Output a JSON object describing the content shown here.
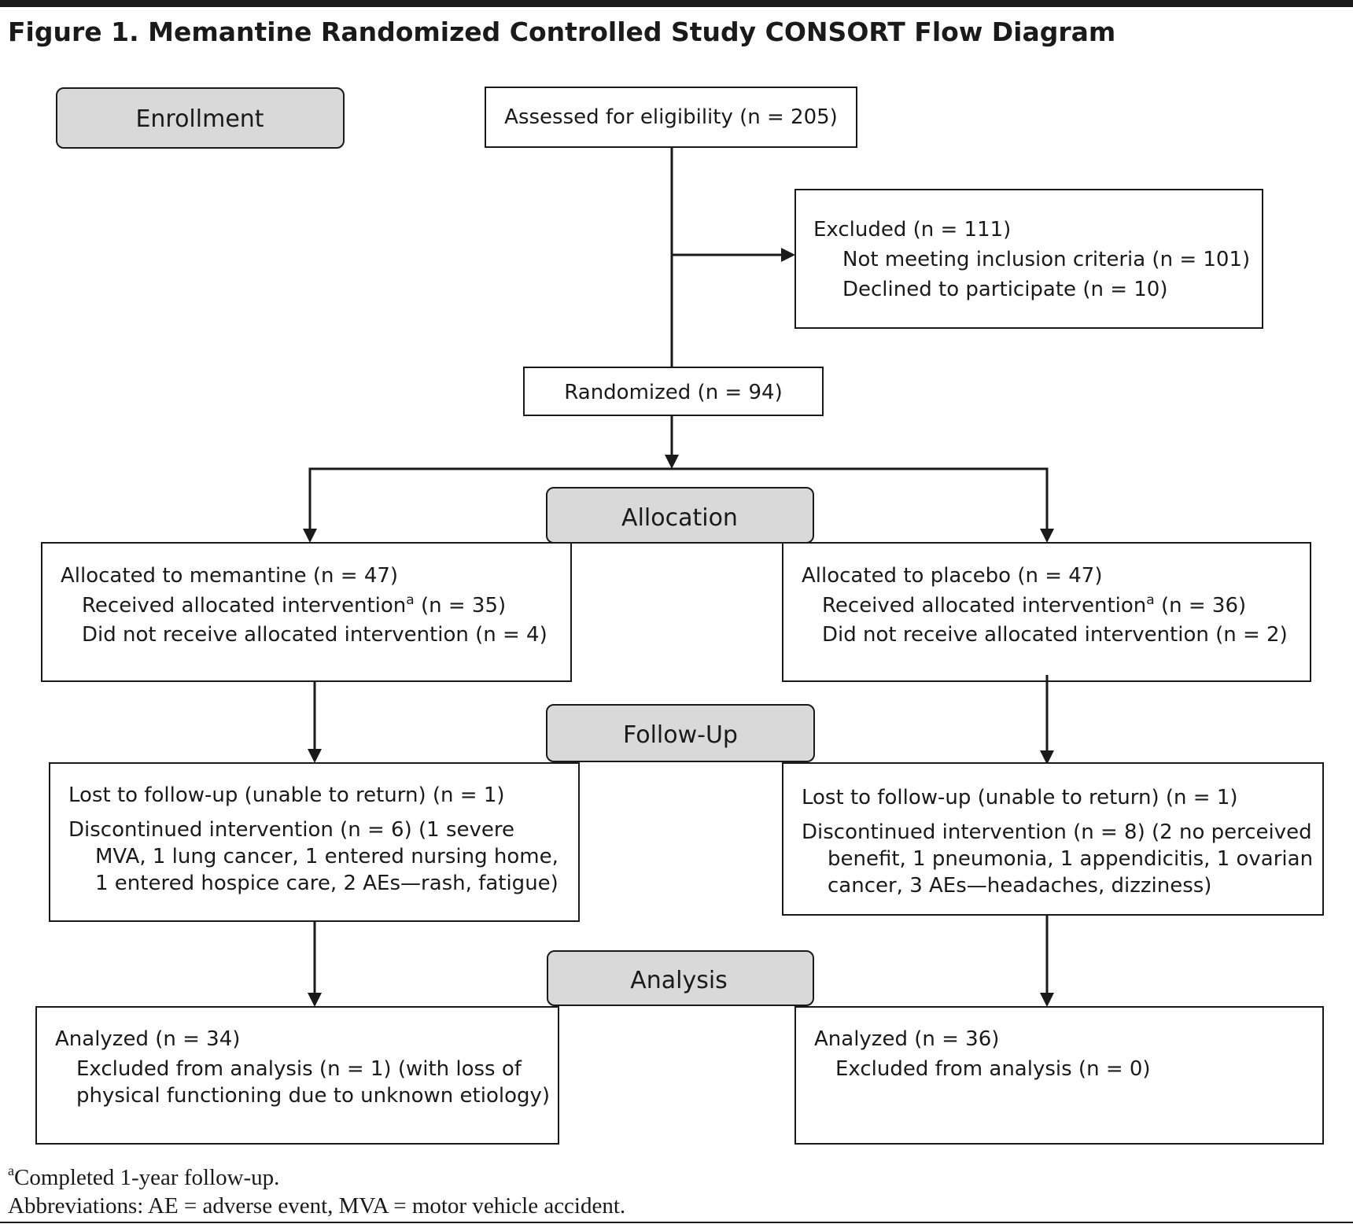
{
  "title": "Figure 1. Memantine Randomized Controlled Study CONSORT Flow Diagram",
  "stages": {
    "enrollment": "Enrollment",
    "allocation": "Allocation",
    "follow_up": "Follow-Up",
    "analysis": "Analysis"
  },
  "assessed": "Assessed for eligibility (n = 205)",
  "excluded": {
    "title": "Excluded (n = 111)",
    "line1": "Not meeting inclusion criteria (n = 101)",
    "line2": "Declined to participate (n = 10)"
  },
  "randomized": "Randomized (n = 94)",
  "allocation_memantine": {
    "title": "Allocated to memantine (n = 47)",
    "received_pre": "Received allocated intervention",
    "received_sup": "a",
    "received_post": " (n = 35)",
    "not_received": "Did not receive allocated intervention (n = 4)"
  },
  "allocation_placebo": {
    "title": "Allocated to placebo (n = 47)",
    "received_pre": "Received allocated intervention",
    "received_sup": "a",
    "received_post": " (n = 36)",
    "not_received": "Did not receive allocated intervention (n = 2)"
  },
  "followup_memantine": {
    "lost": "Lost to follow-up (unable to return) (n =  1)",
    "discontinued": "Discontinued intervention (n = 6) (1 severe",
    "line2": "MVA, 1 lung cancer, 1 entered nursing home,",
    "line3": "1 entered hospice care, 2 AEs—rash, fatigue)"
  },
  "followup_placebo": {
    "lost": "Lost to follow-up (unable to return) (n = 1)",
    "discontinued": "Discontinued intervention (n = 8) (2 no perceived",
    "line2": "benefit, 1 pneumonia, 1 appendicitis, 1 ovarian",
    "line3": "cancer, 3 AEs—headaches, dizziness)"
  },
  "analysis_memantine": {
    "title": "Analyzed (n = 34)",
    "excluded": "Excluded from analysis (n = 1) (with loss of",
    "line2": "physical functioning due to unknown etiology)"
  },
  "analysis_placebo": {
    "title": "Analyzed (n = 36)",
    "excluded": "Excluded from analysis (n = 0)"
  },
  "footnotes": {
    "sup": "a",
    "note1": "Completed 1-year follow-up.",
    "abbreviations": "Abbreviations: AE = adverse event, MVA = motor vehicle accident."
  }
}
